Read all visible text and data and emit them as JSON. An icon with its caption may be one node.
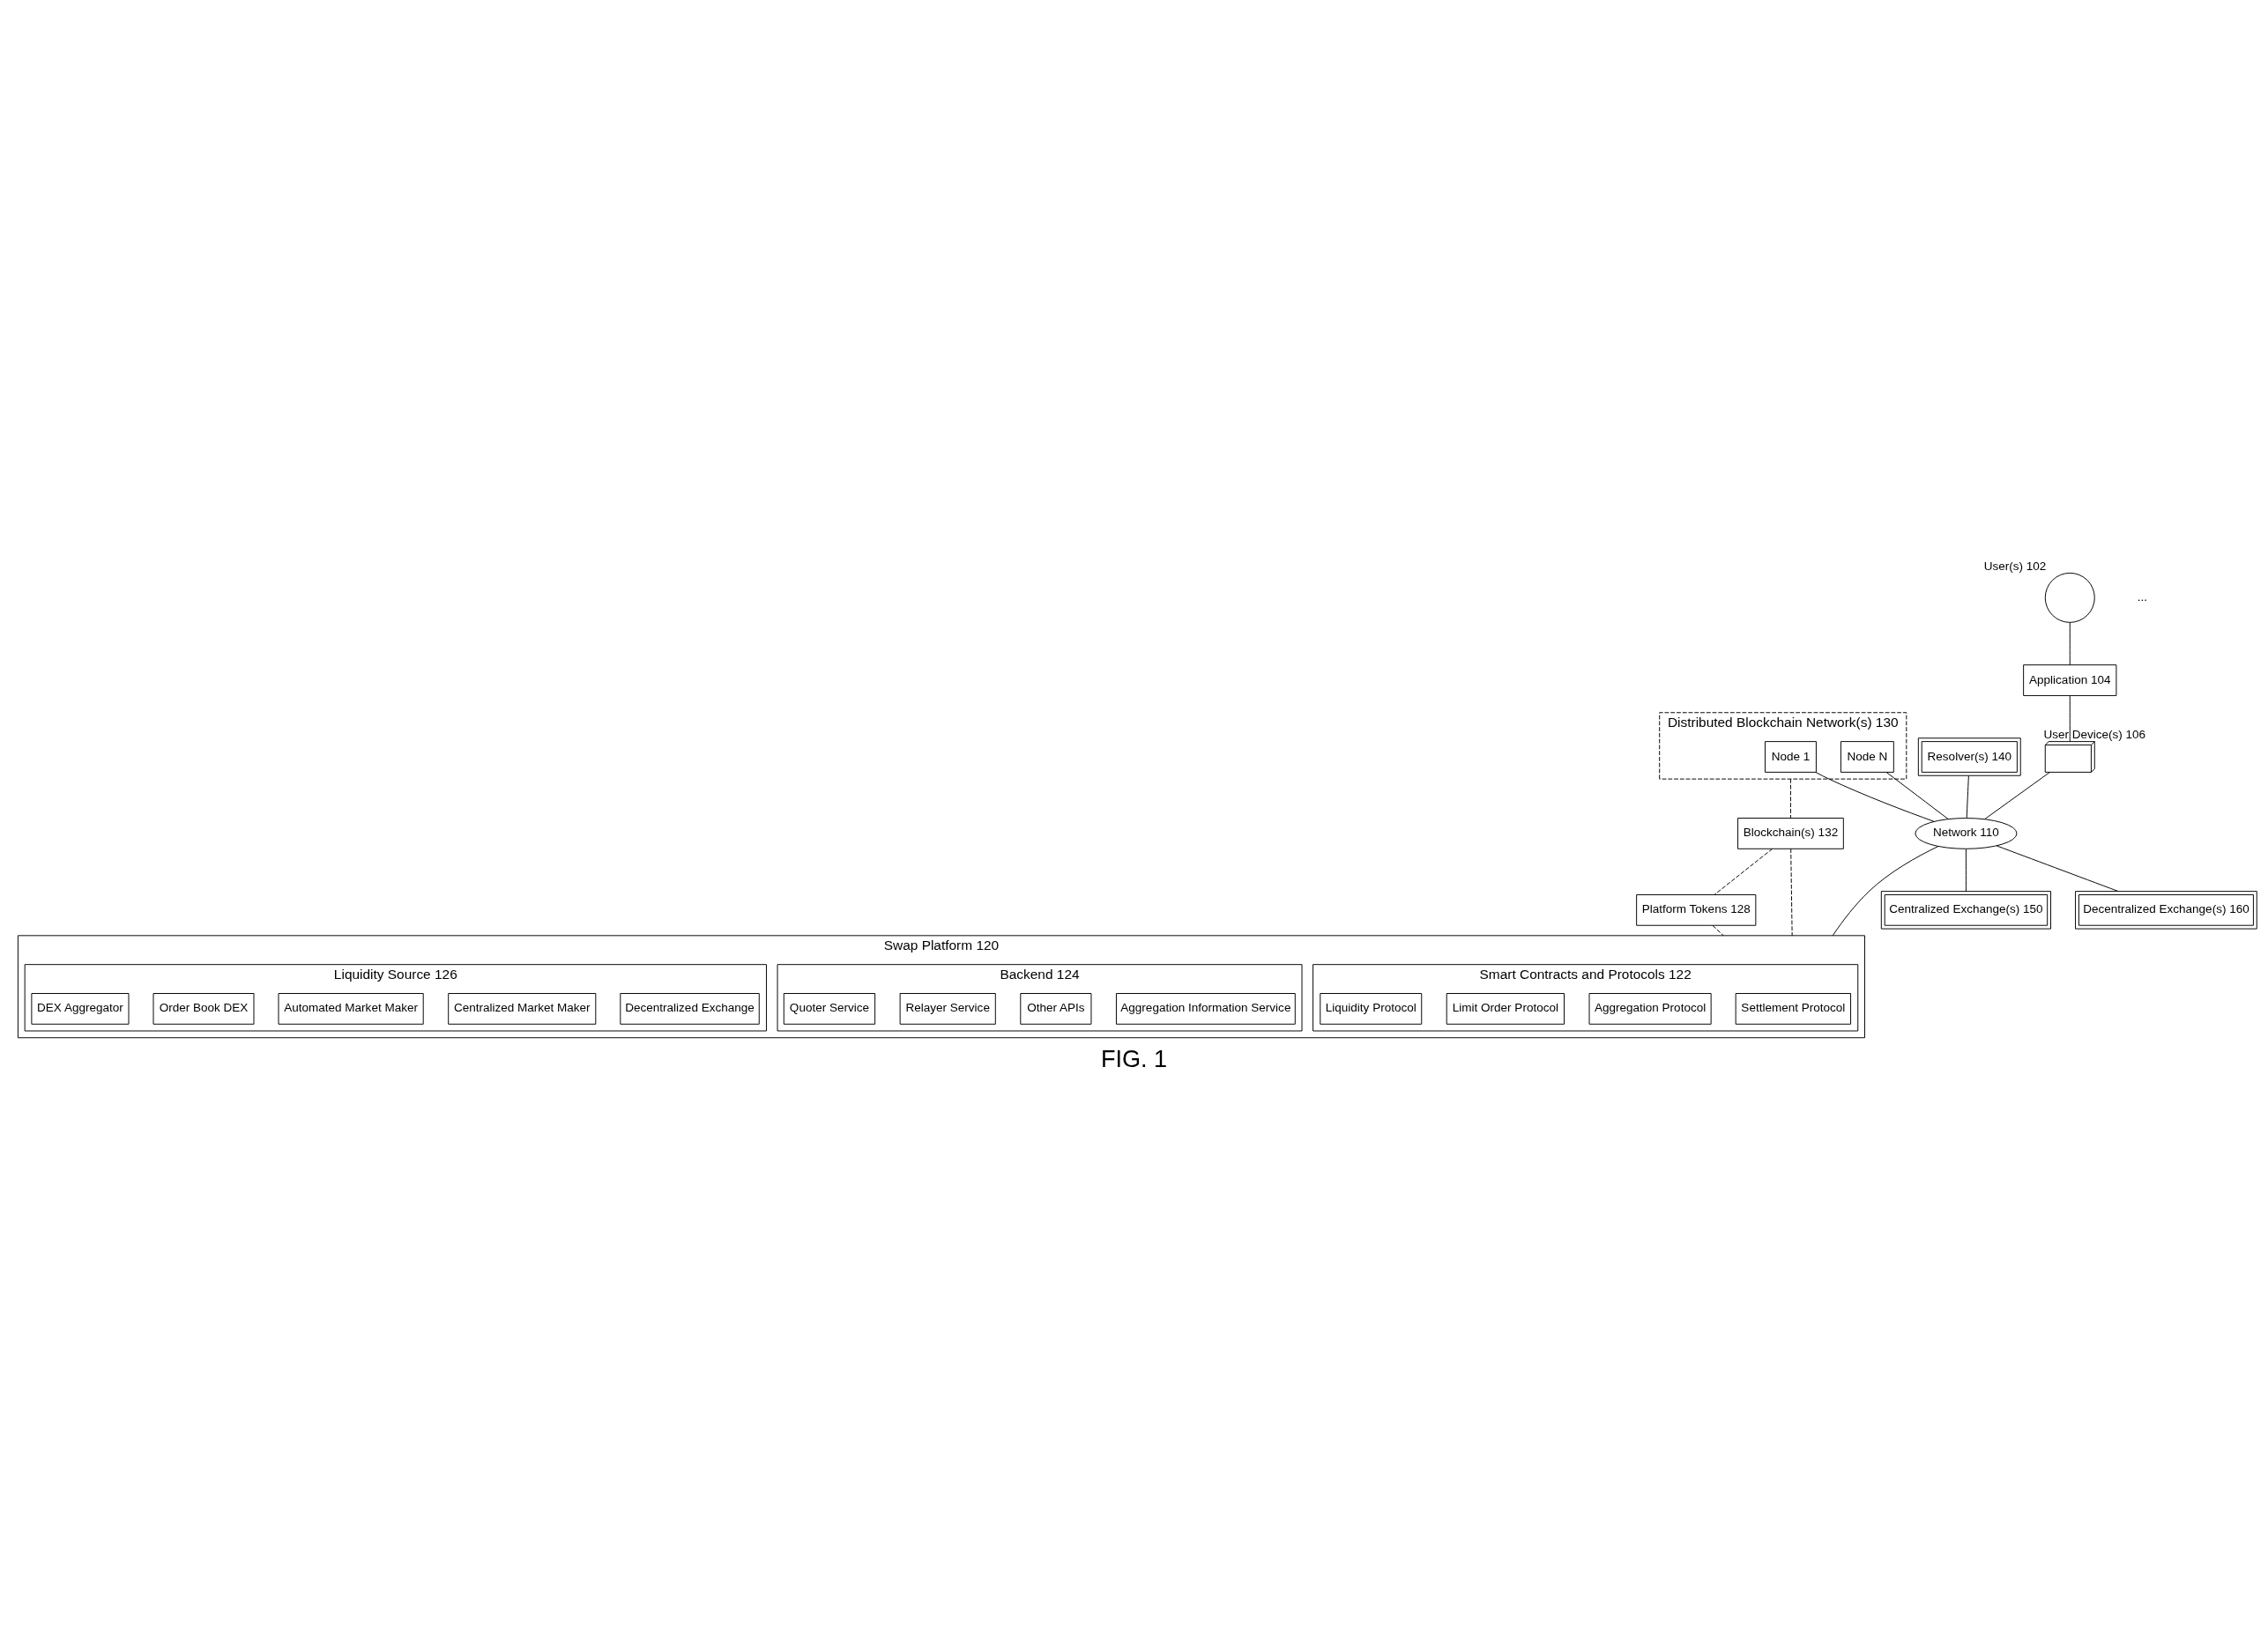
{
  "diagram": {
    "caption": "FIG. 1",
    "nodes": [
      {
        "text": [
          "Distributed Blockchain Network(s) 130"
        ]
      },
      {
        "text": [
          "Node 1"
        ],
        "in": 0
      },
      {
        "text": [
          "Node N"
        ],
        "in": 0
      },
      {
        "text": [
          "Blockchain(s) 132"
        ]
      },
      {
        "text": [
          "Platform Tokens 128"
        ]
      },
      {
        "text": [
          "Network 110"
        ]
      },
      {
        "text": [
          "Swap Platform 120"
        ]
      },
      {
        "text": [
          "Smart Contracts and Protocols 122"
        ],
        "in": 6
      },
      {
        "text": [
          "Settlement Protocol"
        ],
        "in": 7
      },
      {
        "text": [
          "Aggregation Protocol"
        ],
        "in": 7
      },
      {
        "text": [
          "Limit Order Protocol"
        ],
        "in": 7
      },
      {
        "text": [
          "Liquidity Protocol"
        ],
        "in": 7
      },
      {
        "text": [
          "Backend 124"
        ],
        "in": 6
      },
      {
        "text": [
          "Aggregation Information Service"
        ],
        "in": 12
      },
      {
        "text": [
          "Other APIs"
        ],
        "in": 12
      },
      {
        "text": [
          "Relayer Service"
        ],
        "in": 12
      },
      {
        "text": [
          "Quoter Service"
        ],
        "in": 12
      },
      {
        "text": [
          "Liquidity Source 126"
        ],
        "in": 6
      },
      {
        "text": [
          "Decentralized Exchange"
        ],
        "in": 17
      },
      {
        "text": [
          "Centralized Market Maker"
        ],
        "in": 17
      },
      {
        "text": [
          "Automated Market Maker"
        ],
        "in": 17
      },
      {
        "text": [
          "Order Book DEX"
        ],
        "in": 17
      },
      {
        "text": [
          "DEX Aggregator"
        ],
        "in": 17
      },
      {
        "text": [
          "Resolver(s) 140"
        ]
      },
      {
        "text": [],
        "shape": "person",
        "beside": [
          "User(s) 102"
        ]
      },
      {
        "text": [
          "Application 104"
        ]
      },
      {
        "text": [],
        "shape": "picture",
        "beside": [
          "User Device(s) 106"
        ]
      },
      {
        "text": [
          "Centralized Exchange(s) 150"
        ]
      },
      {
        "text": [
          "Decentralized Exchange(s) 160"
        ]
      }
    ],
    "edges": [
      {
        "from": 0,
        "to": 3,
        "arrow": "none",
        "style": "dashed"
      },
      {
        "from": 3,
        "to": 4,
        "arrow": "none",
        "style": "dashed"
      },
      {
        "from": 3,
        "to": 6,
        "arrow": "none",
        "style": "dashed"
      },
      {
        "from": 4,
        "to": 6,
        "arrow": "none",
        "style": "dashed"
      },
      {
        "from": 1,
        "to": 5,
        "arrow": "none"
      },
      {
        "from": 2,
        "to": 5,
        "arrow": "none"
      },
      {
        "from": 23,
        "to": 5,
        "arrow": "none"
      },
      {
        "from": 5,
        "to": 6,
        "arrow": "none"
      },
      {
        "from": 24,
        "to": 25,
        "arrow": "none"
      },
      {
        "from": 25,
        "to": 26,
        "arrow": "none"
      },
      {
        "from": 26,
        "to": 5,
        "arrow": "none"
      },
      {
        "from": 5,
        "to": 27,
        "arrow": "none"
      },
      {
        "from": 5,
        "to": 28,
        "arrow": "none"
      }
    ],
    "labels": [
      "..."
    ]
  }
}
